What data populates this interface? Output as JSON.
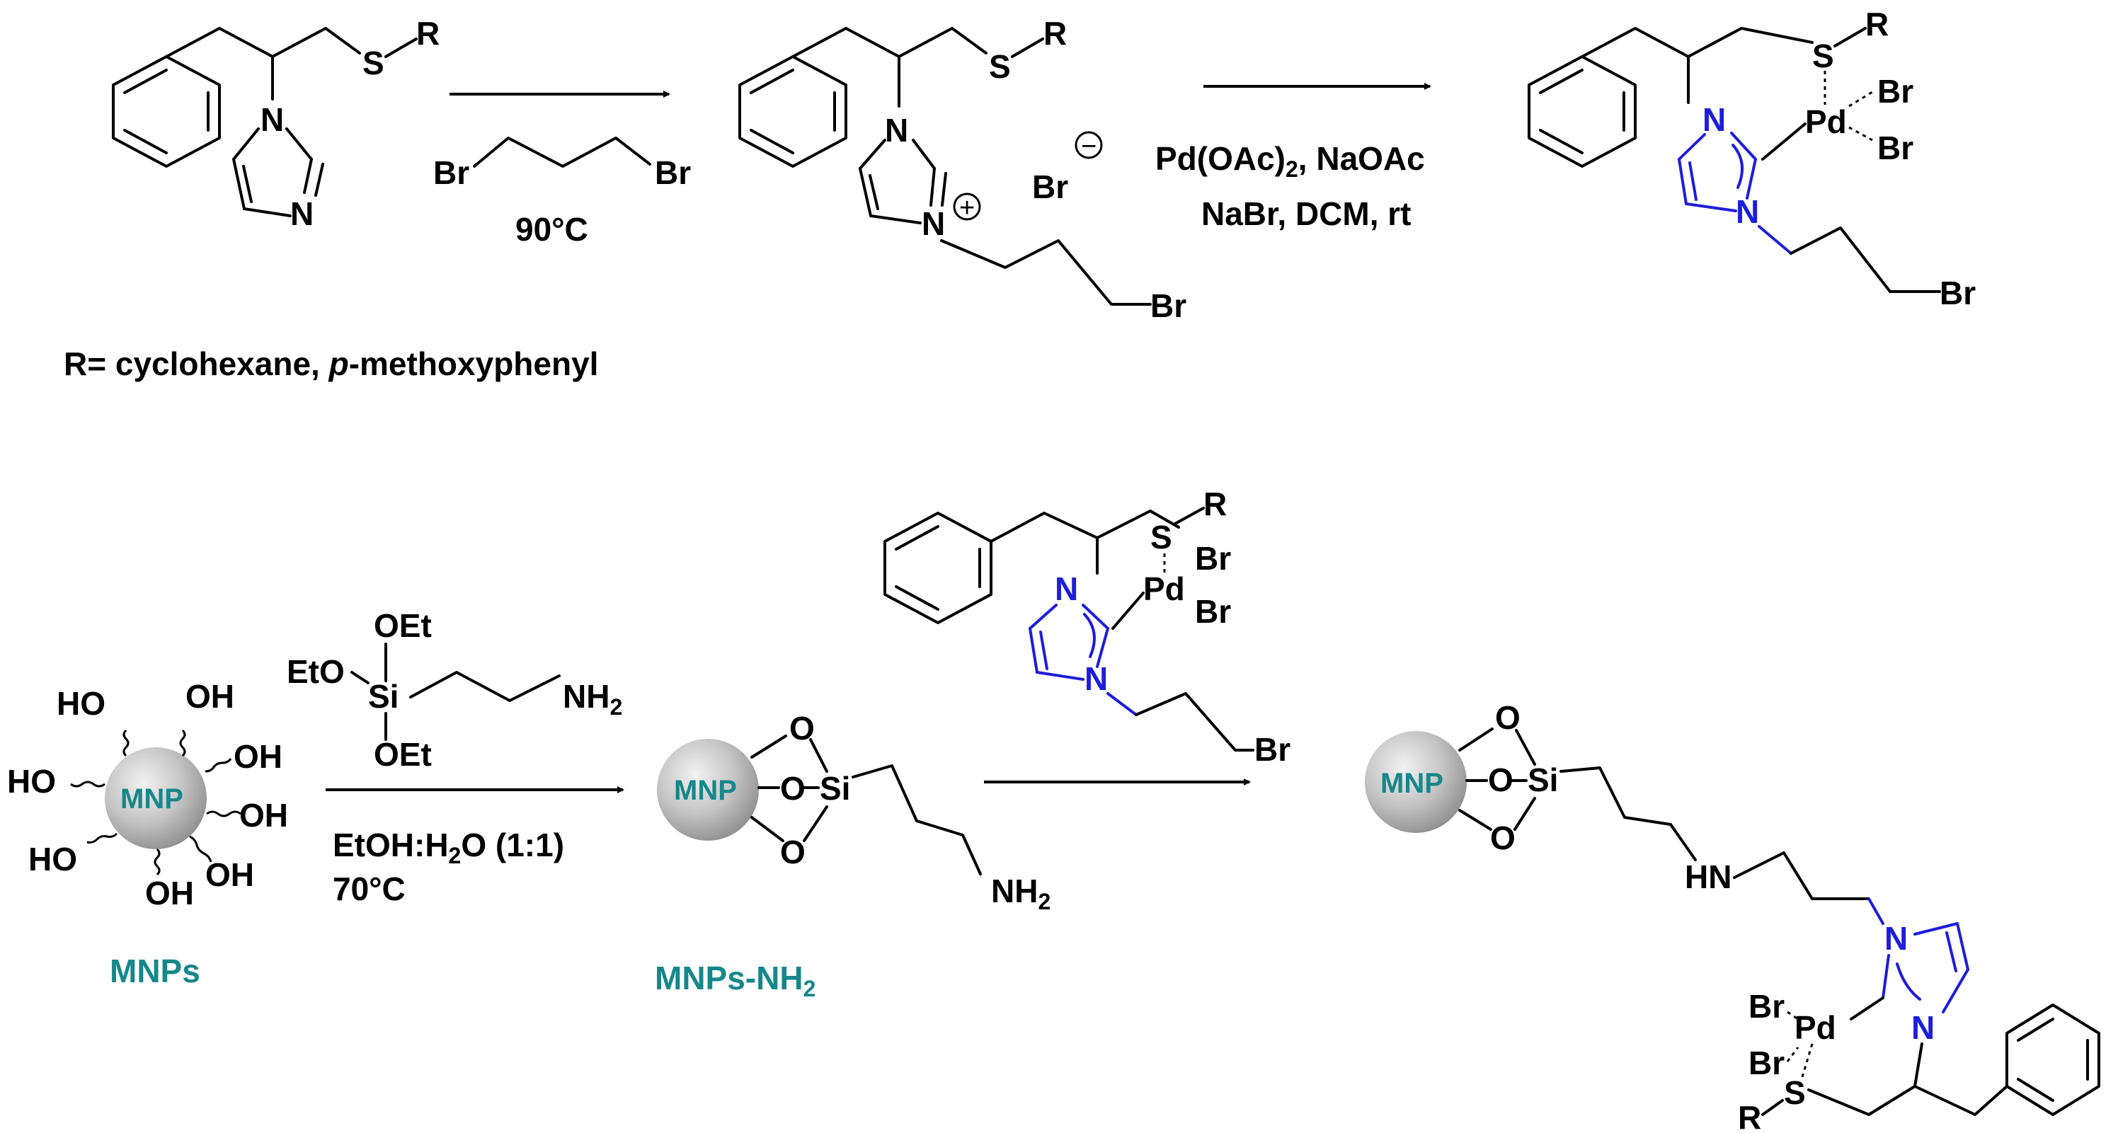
{
  "labels": {
    "R": "R",
    "S": "S",
    "N": "N",
    "Br": "Br",
    "Pd": "Pd",
    "HN": "HN",
    "O": "O",
    "Si": "Si",
    "OEt": "OEt",
    "EtO": "EtO",
    "HO": "HO",
    "OH": "OH",
    "NH2_base": "NH",
    "NH2_sub": "2",
    "anion_minus": "−",
    "cation_plus": "+"
  },
  "top_row": {
    "reagent_step1": "90°C",
    "reagent_step2_line1_pre": "Pd(OAc)",
    "reagent_step2_line1_sub": "2",
    "reagent_step2_line1_post": ", NaOAc",
    "reagent_step2_line2": "NaBr, DCM, rt",
    "r_definition_prefix": "R= cyclohexane, ",
    "r_definition_italic": "p",
    "r_definition_suffix": "-methoxyphenyl"
  },
  "bottom_row": {
    "mnp_label": "MNP",
    "mnps_caption": "MNPs",
    "mnps_nh2_caption_base": "MNPs-NH",
    "mnps_nh2_caption_sub": "2",
    "step3_cond_line1_pre": "EtOH:H",
    "step3_cond_line1_sub": "2",
    "step3_cond_line1_post": "O (1:1)",
    "step3_cond_line2": "70°C"
  },
  "colors": {
    "bond": "#000000",
    "imidazolium_blue": "#1d1ddc",
    "teal_label": "#16878a",
    "sphere_light": "#f2f2f2",
    "sphere_dark": "#8e8e8e"
  }
}
